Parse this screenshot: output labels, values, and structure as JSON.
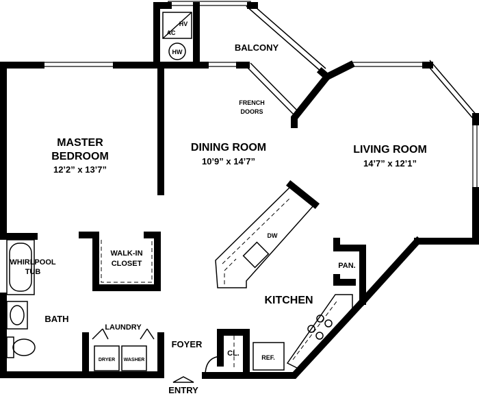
{
  "rooms": {
    "master_bedroom": {
      "name_line1": "MASTER",
      "name_line2": "BEDROOM",
      "size": "12’2” x 13’7”"
    },
    "dining_room": {
      "name": "DINING ROOM",
      "size": "10’9” x 14’7”"
    },
    "living_room": {
      "name": "LIVING ROOM",
      "size": "14’7” x 12’1”"
    },
    "kitchen": "KITCHEN",
    "bath": "BATH",
    "foyer": "FOYER",
    "balcony": "BALCONY",
    "laundry": "LAUNDRY",
    "walk_in_closet_line1": "WALK-IN",
    "walk_in_closet_line2": "CLOSET",
    "whirlpool_line1": "WHIRLPOOL",
    "whirlpool_line2": "TUB",
    "pantry": "PAN.",
    "closet": "CL."
  },
  "fixtures": {
    "french_doors_line1": "FRENCH",
    "french_doors_line2": "DOORS",
    "hv": "HV",
    "ac": "AC",
    "hw": "HW",
    "dw": "DW",
    "dryer": "DRYER",
    "washer": "WASHER",
    "ref": "REF."
  },
  "entry": "ENTRY"
}
